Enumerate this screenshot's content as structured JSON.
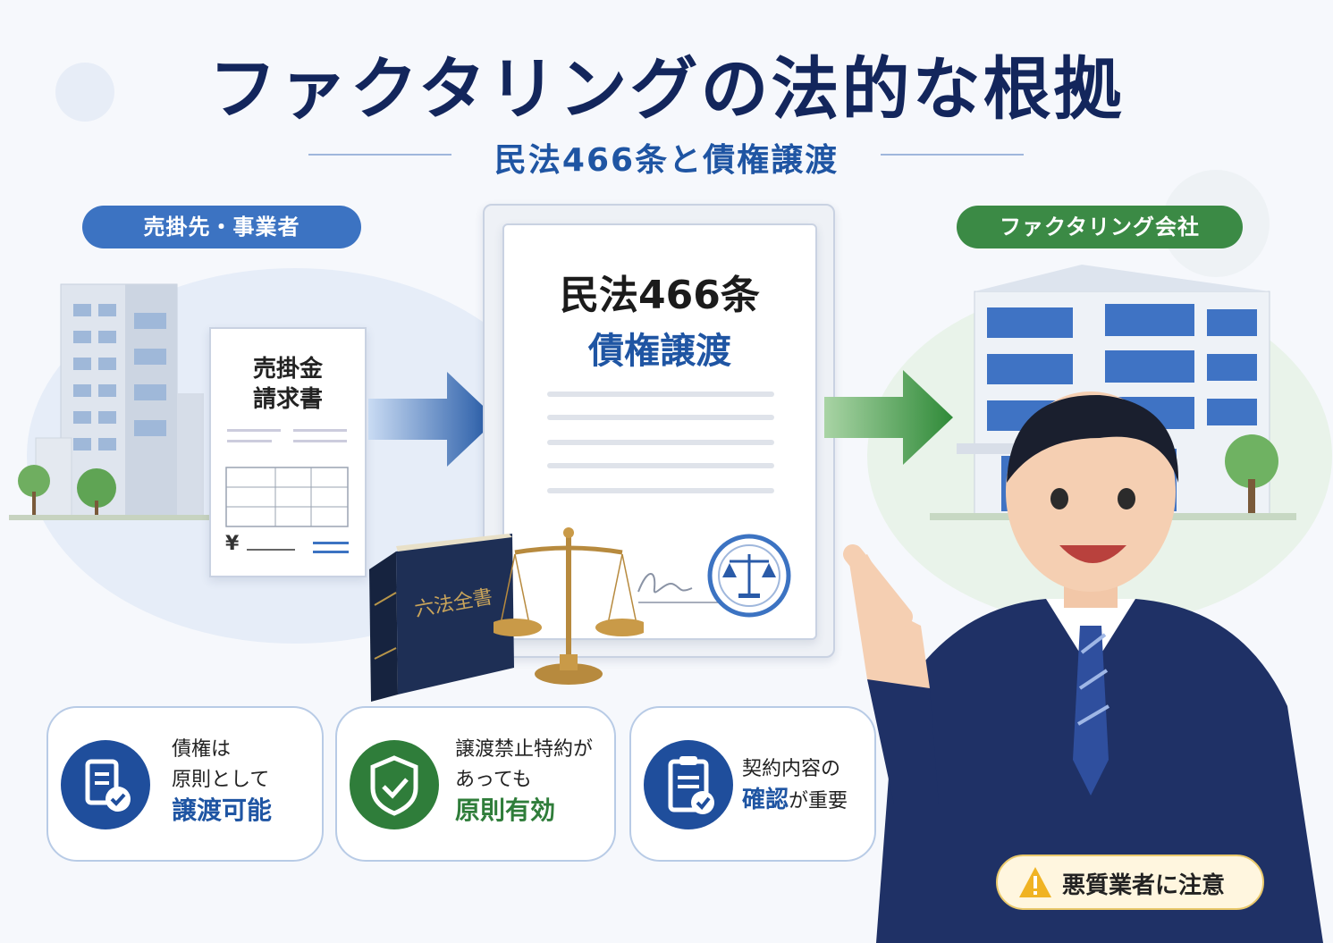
{
  "title": "ファクタリングの法的な根拠",
  "subtitle": "民法466条と債権譲渡",
  "left_label": "売掛先・事業者",
  "right_label": "ファクタリング会社",
  "invoice": {
    "line1": "売掛金",
    "line2": "請求書",
    "currency": "¥"
  },
  "legal_doc": {
    "line1": "民法466条",
    "line2": "債権譲渡"
  },
  "law_book": "六法全書",
  "cards": [
    {
      "line1": "債権は",
      "line2": "原則として",
      "highlight": "譲渡可能",
      "icon": "document-check-icon"
    },
    {
      "line1": "譲渡禁止特約が",
      "line2": "あっても",
      "highlight": "原則有効",
      "icon": "shield-check-icon"
    },
    {
      "line1": "契約内容の",
      "highlight": "確認",
      "suffix": "が重要",
      "icon": "clipboard-check-icon"
    }
  ],
  "warning": "悪質業者に注意",
  "colors": {
    "navy": "#13265c",
    "blue": "#3c73c2",
    "green": "#3b8a45"
  }
}
